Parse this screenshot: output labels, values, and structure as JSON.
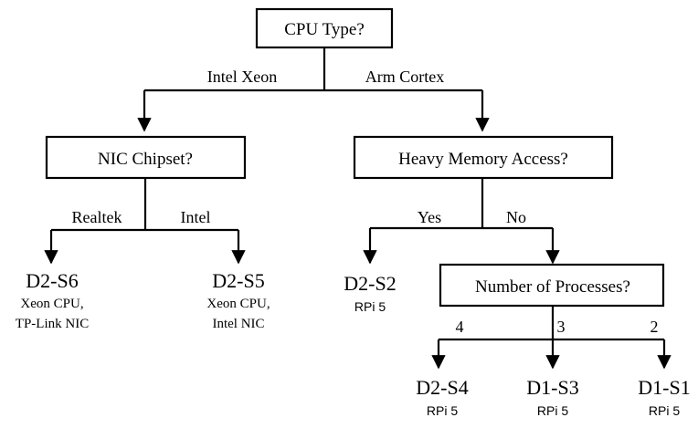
{
  "diagram": {
    "type": "decision-tree",
    "title_text": "CPU Type?",
    "background_color": "#ffffff",
    "line_color": "#000000",
    "box_fill": "#ffffff",
    "nodes": {
      "root": {
        "label": "CPU Type?"
      },
      "nic": {
        "label": "NIC Chipset?"
      },
      "memory": {
        "label": "Heavy Memory Access?"
      },
      "processes": {
        "label": "Number of Processes?"
      }
    },
    "edge_labels": {
      "intel_xeon": "Intel Xeon",
      "arm_cortex": "Arm Cortex",
      "realtek": "Realtek",
      "intel": "Intel",
      "yes": "Yes",
      "no": "No",
      "procs_4": "4",
      "procs_3": "3",
      "procs_2": "2"
    },
    "leaves": {
      "d2s6": {
        "title": "D2-S6",
        "sub_line1": "Xeon CPU,",
        "sub_line2": "TP-Link NIC"
      },
      "d2s5": {
        "title": "D2-S5",
        "sub_line1": "Xeon CPU,",
        "sub_line2": "Intel NIC"
      },
      "d2s2": {
        "title": "D2-S2",
        "sub_line1": "RPi 5"
      },
      "d2s4": {
        "title": "D2-S4",
        "sub_line1": "RPi 5"
      },
      "d1s3": {
        "title": "D1-S3",
        "sub_line1": "RPi 5"
      },
      "d1s1": {
        "title": "D1-S1",
        "sub_line1": "RPi 5"
      }
    }
  }
}
